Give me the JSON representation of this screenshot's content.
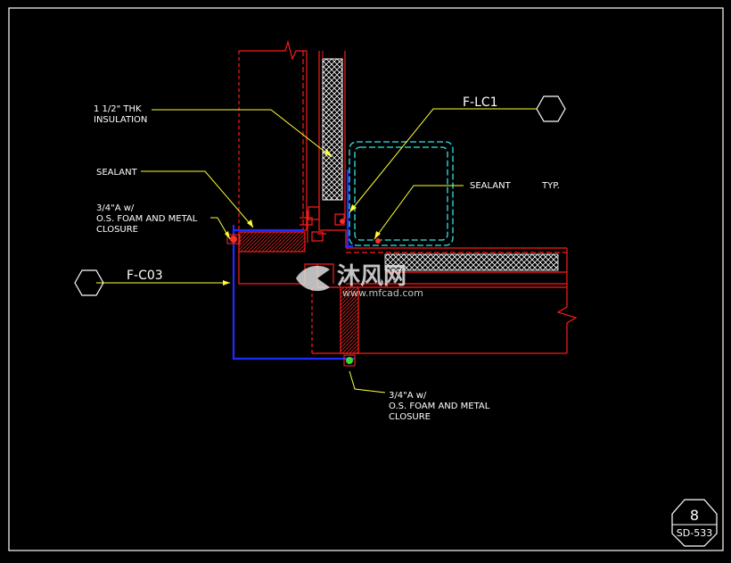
{
  "colors": {
    "background": "#000000",
    "frame": "#ffffff",
    "wall": "#ff1a1a",
    "flashing": "#1f2bff",
    "leader": "#ffff33",
    "tube": "#33e5e5",
    "hatch": "#ffffff",
    "sealant": "#ff2a2a",
    "watermark": "#ffffff"
  },
  "labels": {
    "insulation_line1": "1 1/2\" THK",
    "insulation_line2": "INSULATION",
    "sealant_left": "SEALANT",
    "closure_left_line1": "3/4\"A w/",
    "closure_left_line2": "O.S. FOAM AND METAL",
    "closure_left_line3": "CLOSURE",
    "sealant_right": "SEALANT",
    "sealant_right_typ": "TYP.",
    "closure_bottom_line1": "3/4\"A w/",
    "closure_bottom_line2": "O.S. FOAM AND METAL",
    "closure_bottom_line3": "CLOSURE"
  },
  "tags": {
    "left_tag": "F-C03",
    "right_tag": "F-LC1"
  },
  "detail_marker": {
    "number": "8",
    "sheet": "SD-533"
  },
  "watermark": {
    "brand": "沐风网",
    "url": "www.mfcad.com"
  }
}
